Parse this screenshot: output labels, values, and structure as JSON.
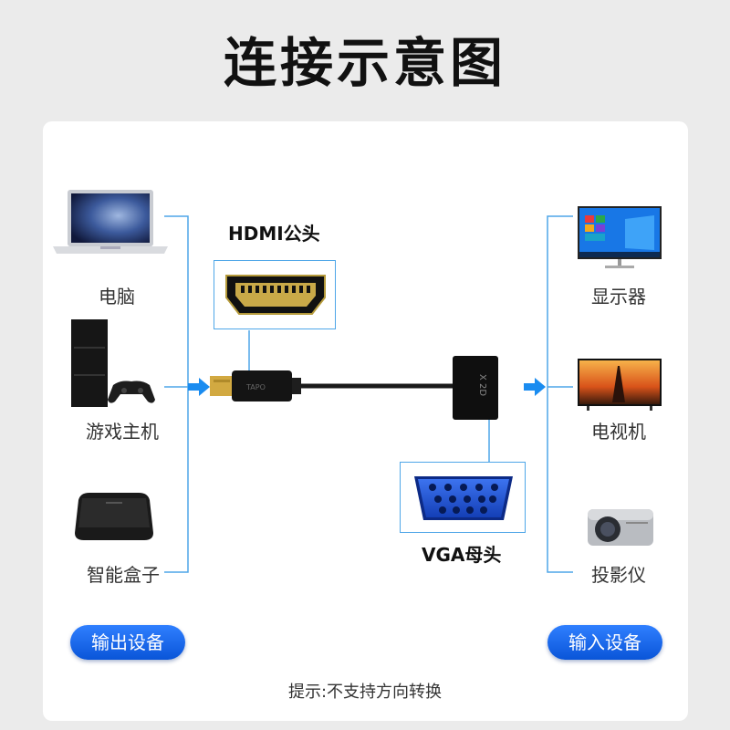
{
  "title": "连接示意图",
  "left_devices": [
    {
      "label": "电脑",
      "icon": "laptop-icon"
    },
    {
      "label": "游戏主机",
      "icon": "game-console-icon"
    },
    {
      "label": "智能盒子",
      "icon": "smart-box-icon"
    }
  ],
  "right_devices": [
    {
      "label": "显示器",
      "icon": "monitor-icon"
    },
    {
      "label": "电视机",
      "icon": "tv-icon"
    },
    {
      "label": "投影仪",
      "icon": "projector-icon"
    }
  ],
  "hdmi_label": "HDMI公头",
  "vga_label": "VGA母头",
  "output_button": "输出设备",
  "input_button": "输入设备",
  "note": "提示:不支持方向转换",
  "colors": {
    "accent": "#1a6cf0",
    "line": "#4ea6e8",
    "vga_blue": "#1f4fd0"
  }
}
